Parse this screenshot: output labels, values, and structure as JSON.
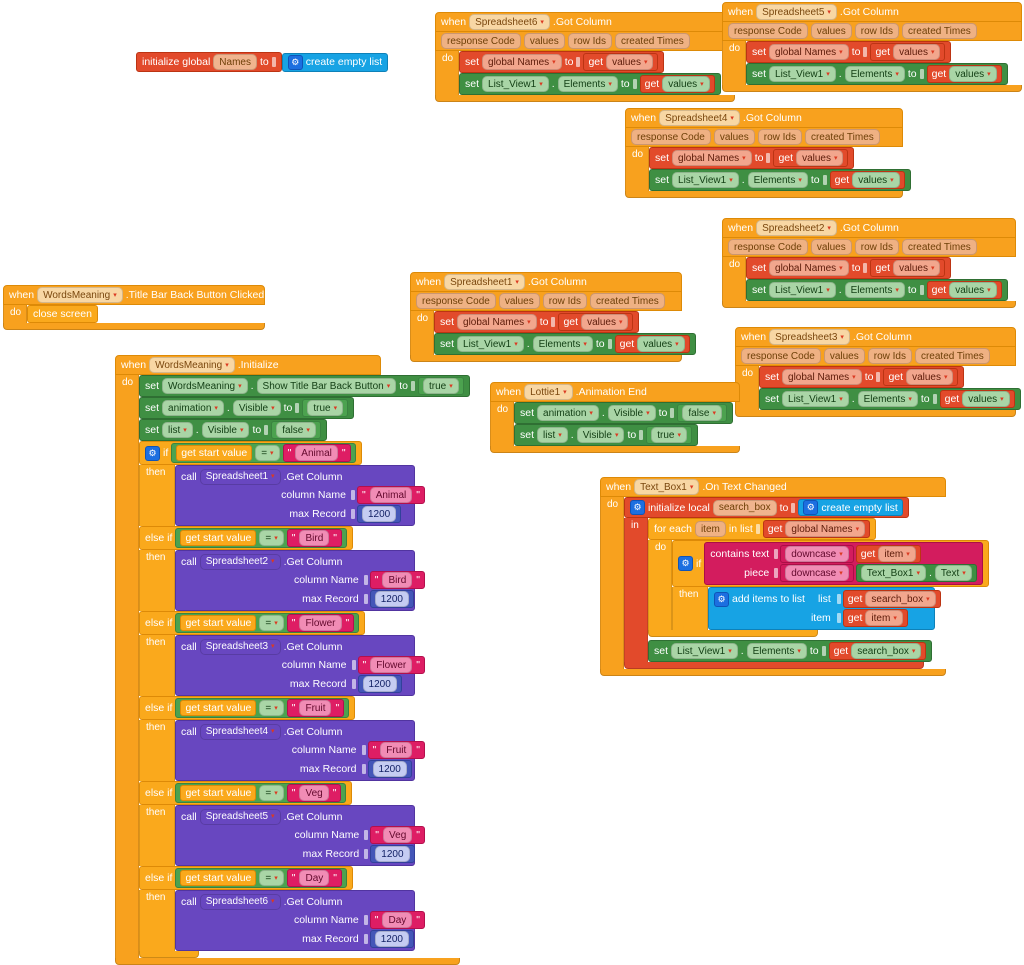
{
  "colors": {
    "event_orange": "#F8A11E",
    "control_gold": "#FAA91C",
    "variable_red": "#E24A2B",
    "component_green": "#3F8F43",
    "logic_green": "#4CA24F",
    "procedure_purple": "#6847C0",
    "list_blue": "#17A3E4",
    "text_magenta": "#D31C5E",
    "math_indigo": "#4456B8",
    "gear_blue": "#1C6FE0"
  },
  "kw": {
    "when": "when",
    "do": "do",
    "in": "in",
    "then": "then",
    "else_if": "else if",
    "set": "set",
    "to": "to",
    "get": "get",
    "call": "call",
    "if": "if",
    "dot": ".",
    "eq": "=",
    "initialize_global": "initialize global",
    "initialize_local": "initialize local",
    "create_empty_list": "create empty list",
    "close_screen": "close screen",
    "for_each": "for each",
    "in_list": "in list",
    "list": "list",
    "item": "item",
    "add_items_to_list": "add items to list",
    "contains_text": "contains text",
    "piece": "piece",
    "downcase": "downcase",
    "get_start_value": "get start value"
  },
  "global_init": {
    "name": "Names"
  },
  "gc": {
    "event": ".Got Column",
    "params": [
      "response Code",
      "values",
      "row Ids",
      "created Times"
    ],
    "set_var": "global Names",
    "get_val": "values",
    "comp": "List_View1",
    "prop": "Elements"
  },
  "gc_blocks": [
    {
      "component": "Spreadsheet6"
    },
    {
      "component": "Spreadsheet5"
    },
    {
      "component": "Spreadsheet4"
    },
    {
      "component": "Spreadsheet2"
    },
    {
      "component": "Spreadsheet1"
    },
    {
      "component": "Spreadsheet3"
    }
  ],
  "back": {
    "component": "WordsMeaning",
    "event": ".Title Bar Back Button Clicked"
  },
  "init": {
    "component": "WordsMeaning",
    "event": ".Initialize",
    "set1": {
      "comp": "WordsMeaning",
      "prop": "Show Title Bar Back Button",
      "val": "true"
    },
    "set2": {
      "comp": "animation",
      "prop": "Visible",
      "val": "true"
    },
    "set3": {
      "comp": "list",
      "prop": "Visible",
      "val": "false"
    },
    "call_event": ".Get Column",
    "col_label": "column Name",
    "max_label": "max Record",
    "max_value": "1200",
    "branches": [
      {
        "value": "Animal",
        "sheet": "Spreadsheet1"
      },
      {
        "value": "Bird",
        "sheet": "Spreadsheet2"
      },
      {
        "value": "Flower",
        "sheet": "Spreadsheet3"
      },
      {
        "value": "Fruit",
        "sheet": "Spreadsheet4"
      },
      {
        "value": "Veg",
        "sheet": "Spreadsheet5"
      },
      {
        "value": "Day",
        "sheet": "Spreadsheet6"
      }
    ]
  },
  "lottie": {
    "component": "Lottie1",
    "event": ".Animation End",
    "set1": {
      "comp": "animation",
      "prop": "Visible",
      "val": "false"
    },
    "set2": {
      "comp": "list",
      "prop": "Visible",
      "val": "true"
    }
  },
  "textbox": {
    "component": "Text_Box1",
    "event": ".On Text Changed",
    "local_name": "search_box",
    "item": "item",
    "global_list": "global Names",
    "tb_comp": "Text_Box1",
    "tb_prop": "Text",
    "search": "search_box",
    "set_comp": "List_View1",
    "set_prop": "Elements"
  }
}
